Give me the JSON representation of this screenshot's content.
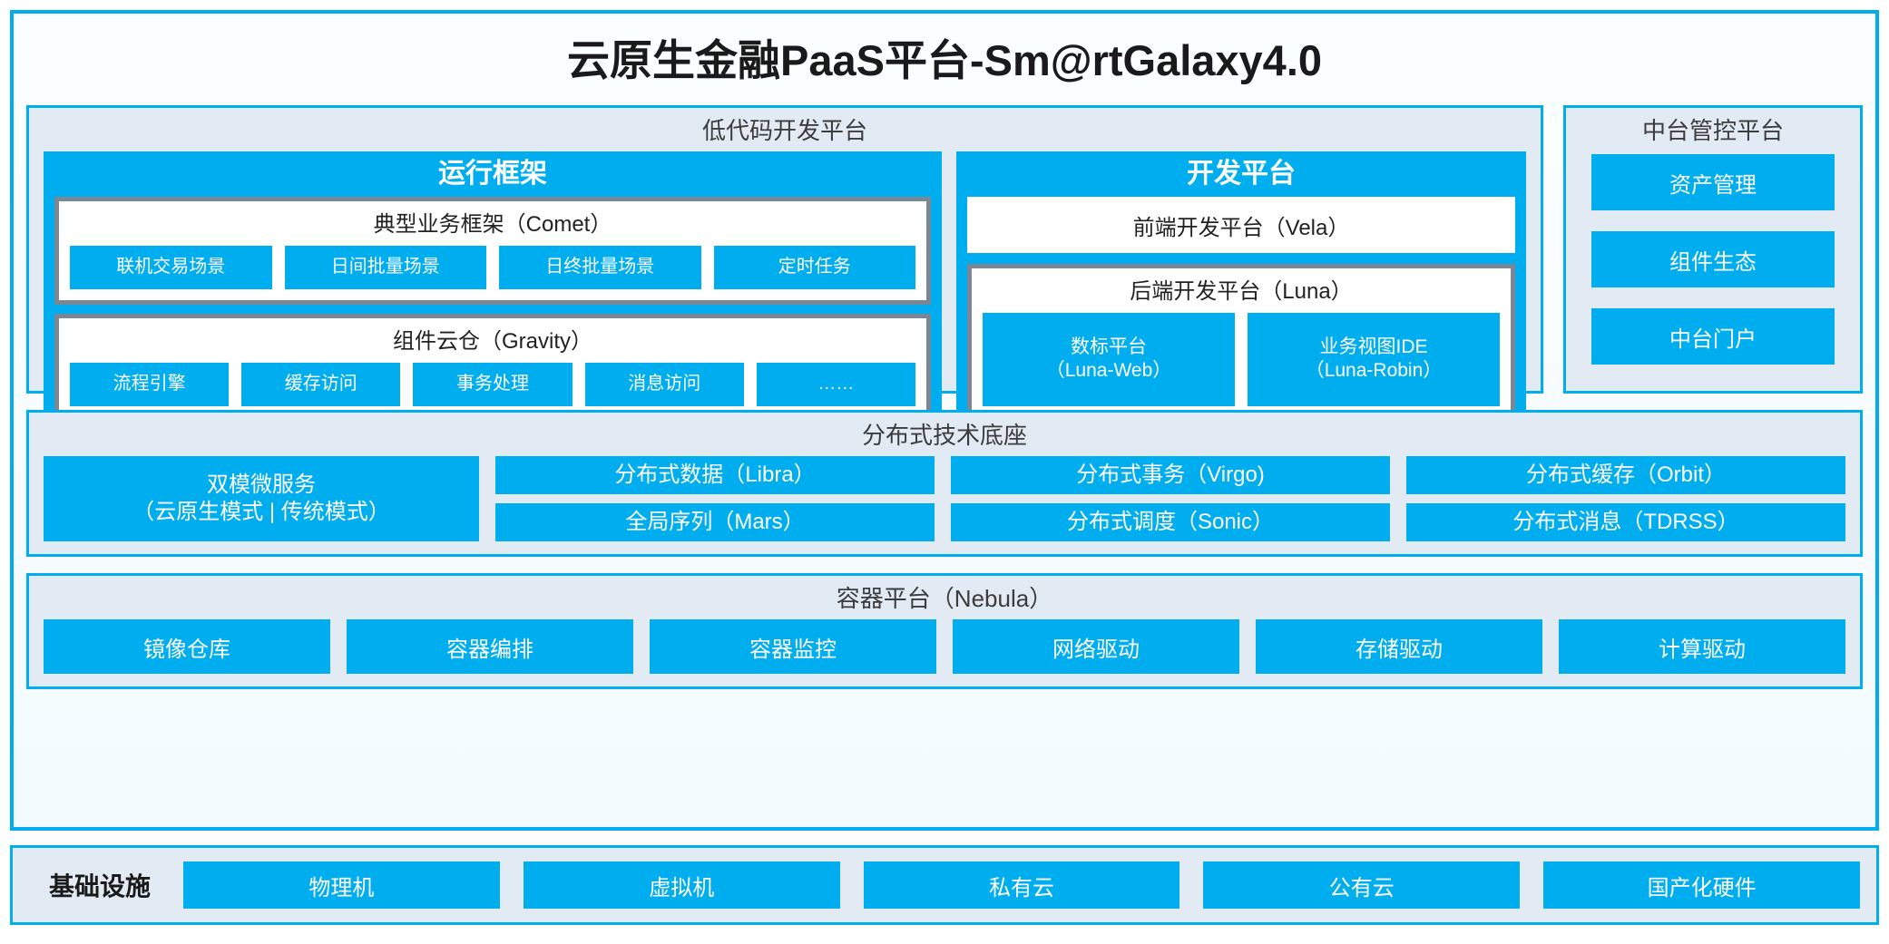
{
  "platform": {
    "title": "云原生金融PaaS平台-Sm@rtGalaxy4.0",
    "accent_color": "#00AEEF",
    "panel_bg_color": "#e2eaf4",
    "group_border_color": "#7b8794"
  },
  "lowcode": {
    "heading": "低代码开发平台",
    "runtime": {
      "title": "运行框架",
      "groups": [
        {
          "title": "典型业务框架（Comet）",
          "items": [
            {
              "label": "联机交易场景"
            },
            {
              "label": "日间批量场景"
            },
            {
              "label": "日终批量场景"
            },
            {
              "label": "定时任务"
            }
          ]
        },
        {
          "title": "组件云仓（Gravity）",
          "items": [
            {
              "label": "流程引擎"
            },
            {
              "label": "缓存访问"
            },
            {
              "label": "事务处理"
            },
            {
              "label": "消息访问"
            },
            {
              "label": "……"
            }
          ]
        }
      ]
    },
    "devplatform": {
      "title": "开发平台",
      "frontend": {
        "label": "前端开发平台（Vela）"
      },
      "backend": {
        "title": "后端开发平台（Luna）",
        "items": [
          {
            "label": "数标平台",
            "sub": "（Luna-Web）"
          },
          {
            "label": "业务视图IDE",
            "sub": "（Luna-Robin）"
          }
        ]
      }
    }
  },
  "management": {
    "heading": "中台管控平台",
    "items": [
      {
        "label": "资产管理"
      },
      {
        "label": "组件生态"
      },
      {
        "label": "中台门户"
      }
    ]
  },
  "tech_base": {
    "heading": "分布式技术底座",
    "columns": [
      {
        "tall": true,
        "items": [
          {
            "label": "双模微服务",
            "sub": "（云原生模式 | 传统模式）"
          }
        ]
      },
      {
        "tall": false,
        "items": [
          {
            "label": "分布式数据（Libra）"
          },
          {
            "label": "全局序列（Mars）"
          }
        ]
      },
      {
        "tall": false,
        "items": [
          {
            "label": "分布式事务（Virgo)"
          },
          {
            "label": "分布式调度（Sonic）"
          }
        ]
      },
      {
        "tall": false,
        "items": [
          {
            "label": "分布式缓存（Orbit）"
          },
          {
            "label": "分布式消息（TDRSS）"
          }
        ]
      }
    ]
  },
  "container_platform": {
    "heading": "容器平台（Nebula）",
    "items": [
      {
        "label": "镜像仓库"
      },
      {
        "label": "容器编排"
      },
      {
        "label": "容器监控"
      },
      {
        "label": "网络驱动"
      },
      {
        "label": "存储驱动"
      },
      {
        "label": "计算驱动"
      }
    ]
  },
  "infrastructure": {
    "label": "基础设施",
    "items": [
      {
        "label": "物理机"
      },
      {
        "label": "虚拟机"
      },
      {
        "label": "私有云"
      },
      {
        "label": "公有云"
      },
      {
        "label": "国产化硬件"
      }
    ]
  }
}
